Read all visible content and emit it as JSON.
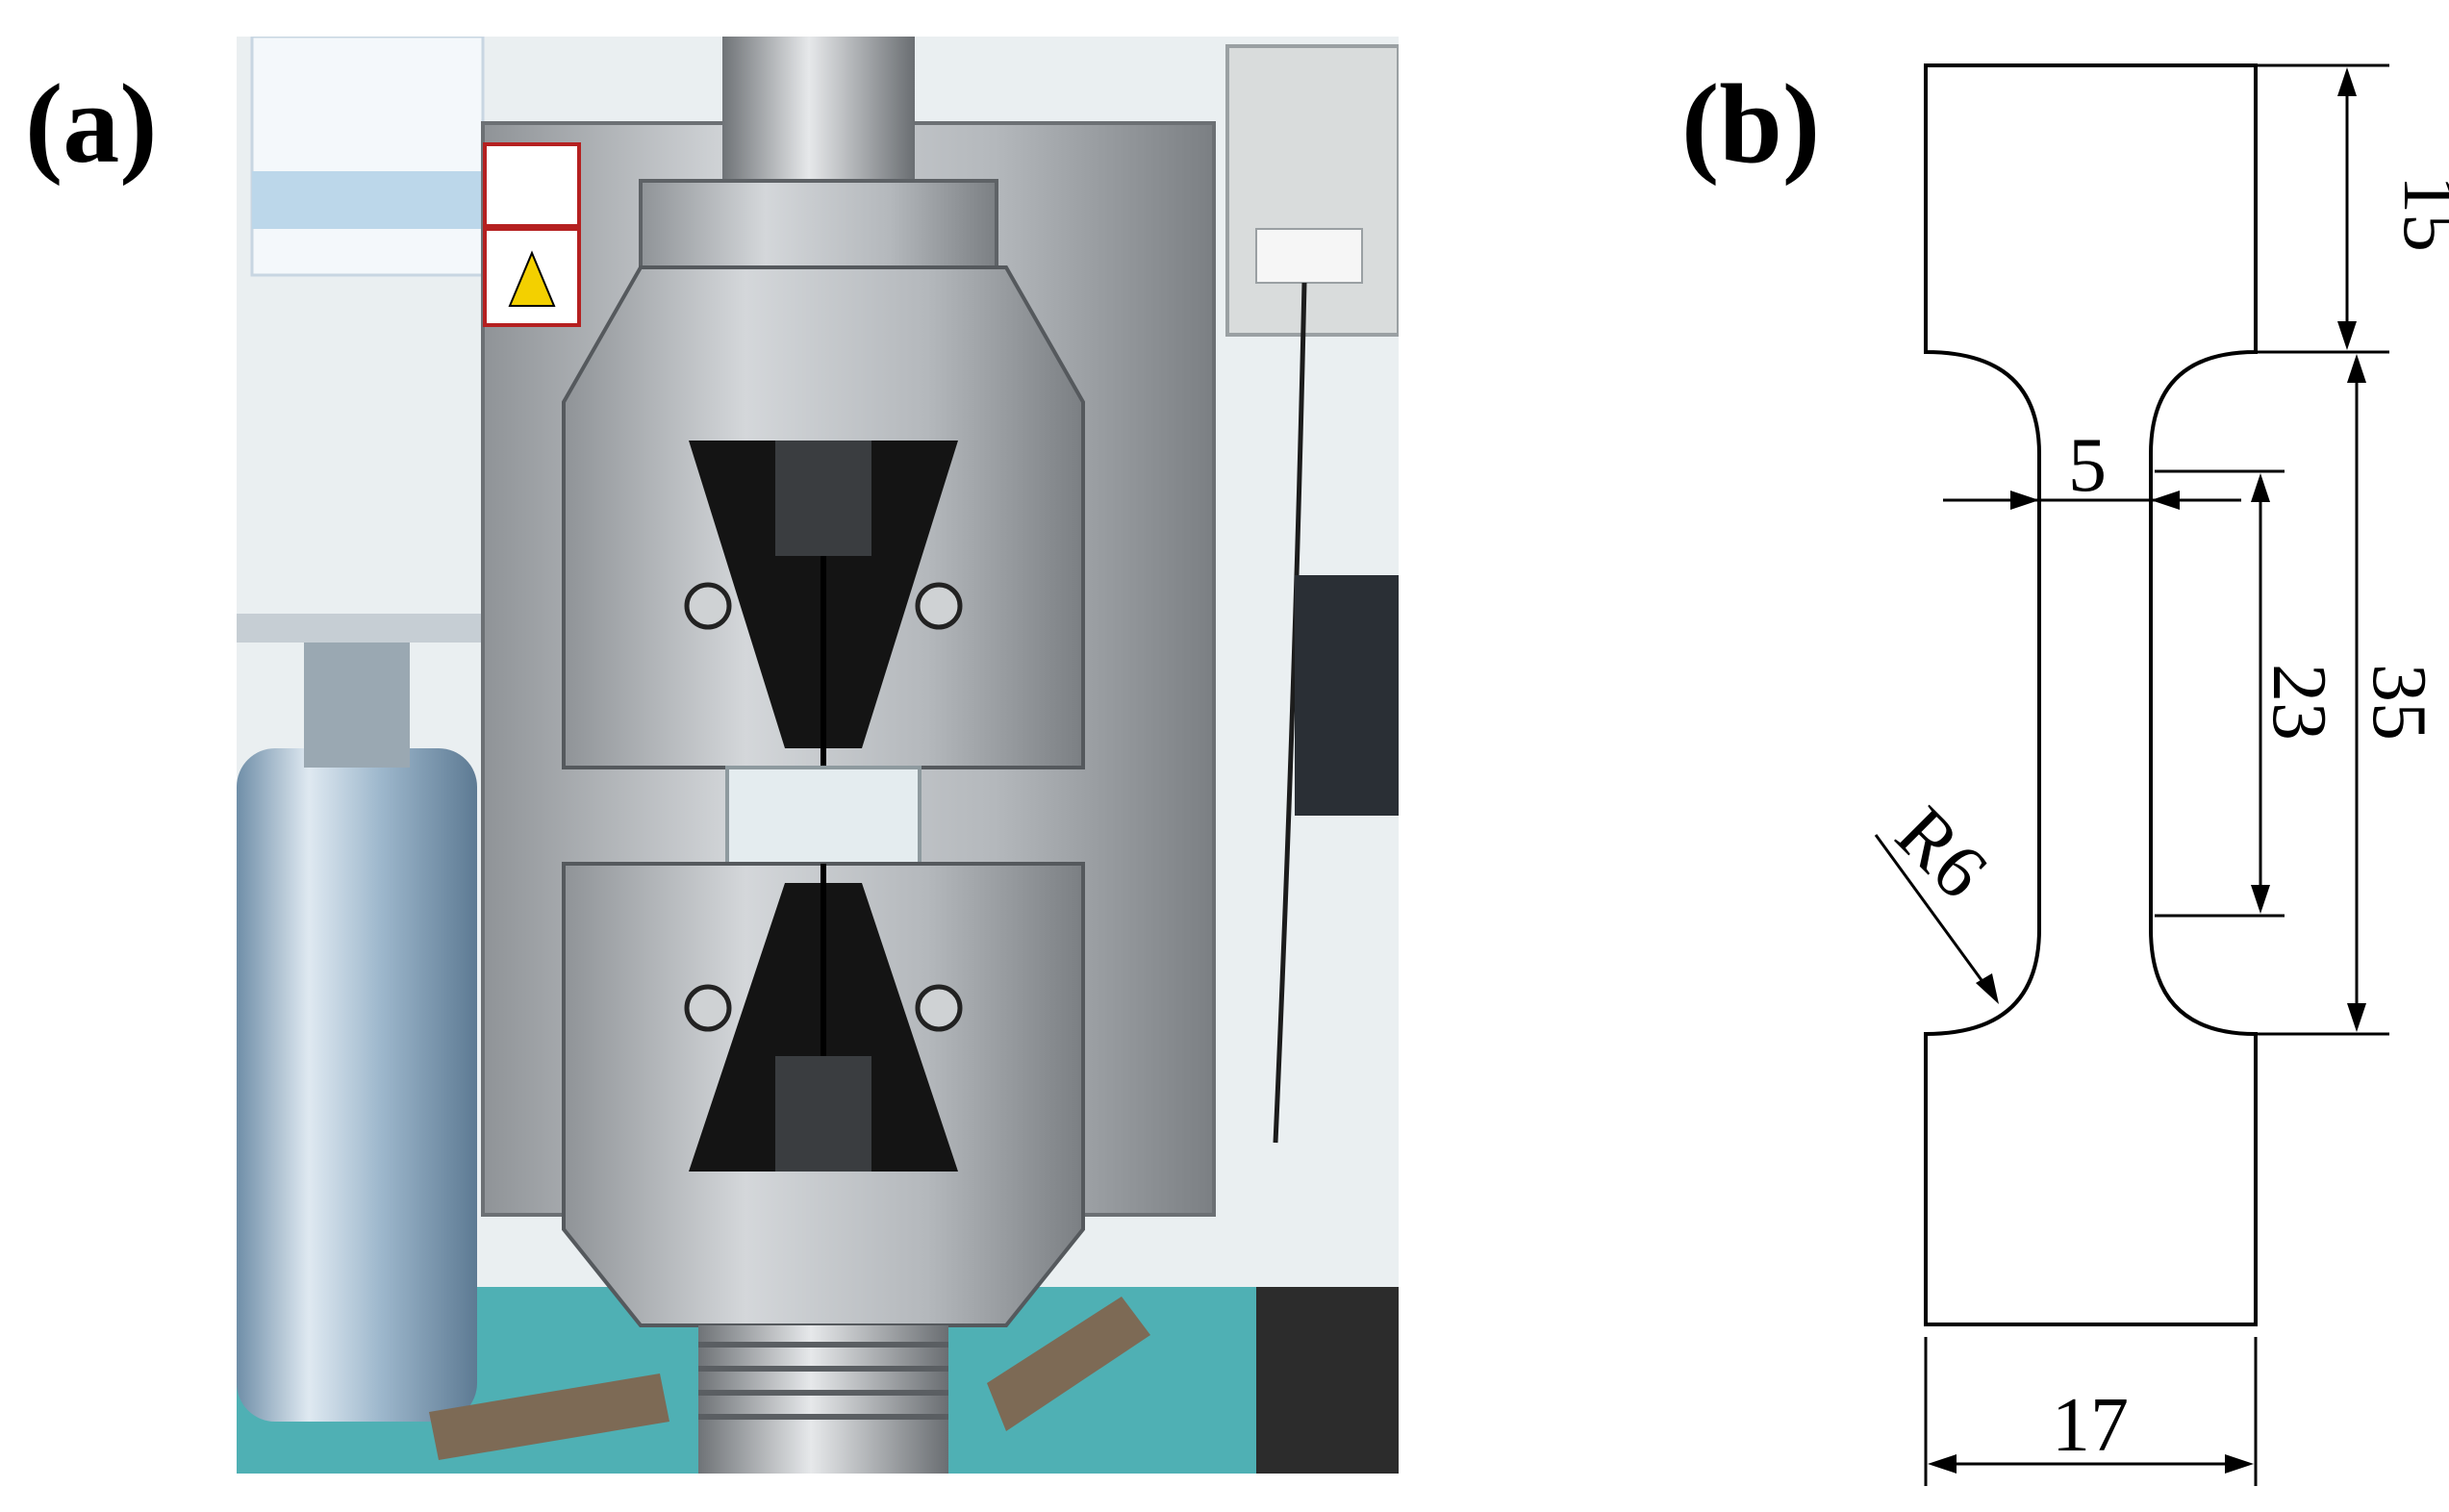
{
  "panels": {
    "a": {
      "label": "(a)"
    },
    "b": {
      "label": "(b)"
    }
  },
  "specimen": {
    "dimensions": {
      "grip_length": "15",
      "gauge_width": "5",
      "gauge_length": "23",
      "reduced_length": "35",
      "fillet_radius": "R6",
      "total_width": "17"
    }
  },
  "colors": {
    "outline": "#000000",
    "steel": "#b9bcbf",
    "steel_dark": "#7d8185",
    "jaw_black": "#141414",
    "wall": "#e9eef0",
    "base_teal": "#2e9c9c",
    "cylinder": "#a6c0d6"
  }
}
